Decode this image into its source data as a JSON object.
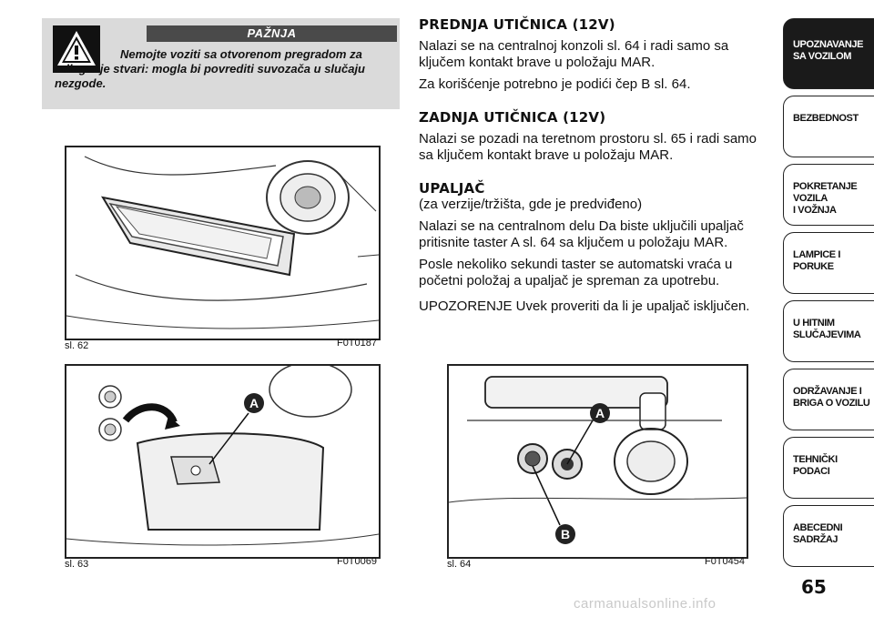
{
  "warning": {
    "title": "PAŽNJA",
    "line1": "Nemojte voziti sa otvorenom pregradom",
    "line2": "za odlaganje stvari: mogla bi povrediti",
    "line3": "suvozača u slučaju nezgode."
  },
  "figures": [
    {
      "caption": "sl. 62",
      "code": "F0T0187"
    },
    {
      "caption": "sl. 63",
      "code": "F0T0069",
      "callout": "A"
    },
    {
      "caption": "sl. 64",
      "code": "F0T0454",
      "callout_a": "A",
      "callout_b": "B"
    }
  ],
  "sections": {
    "s1_title": "PREDNJA UTIČNICA (12V)",
    "s1_p1": "Nalazi se na centralnoj konzoli sl. 64 i radi samo sa ključem kontakt brave u položaju MAR.",
    "s1_p2": "Za korišćenje potrebno je podići čep B sl. 64.",
    "s2_title": "ZADNJA UTIČNICA (12V)",
    "s2_p1": "Nalazi se pozadi na teretnom prostoru sl. 65 i radi samo sa ključem kontakt brave u položaju MAR.",
    "s3_title": "UPALJAČ",
    "s3_sub": "(za verzije/tržišta, gde je predviđeno)",
    "s3_p1": "Nalazi se na centralnom delu Da biste uključili upaljač pritisnite taster A sl. 64 sa ključem u položaju MAR.",
    "s3_p2": "Posle nekoliko sekundi taster se automatski vraća u početni položaj a upaljač je spreman za upotrebu.",
    "s3_p3": "UPOZORENJE Uvek proveriti da li je upaljač isključen."
  },
  "tabs": [
    "UPOZNAVANJE\nSA VOZILOM",
    "BEZBEDNOST",
    "POKRETANJE VOZILA\nI VOŽNJA",
    "LAMPICE I PORUKE",
    "U HITNIM\nSLUČAJEVIMA",
    "ODRŽAVANJE I\nBRIGA O VOZILU",
    "TEHNIČKI PODACI",
    "ABECEDNI SADRŽAJ"
  ],
  "page_number": "65",
  "watermark": "carmanualsonline.info"
}
